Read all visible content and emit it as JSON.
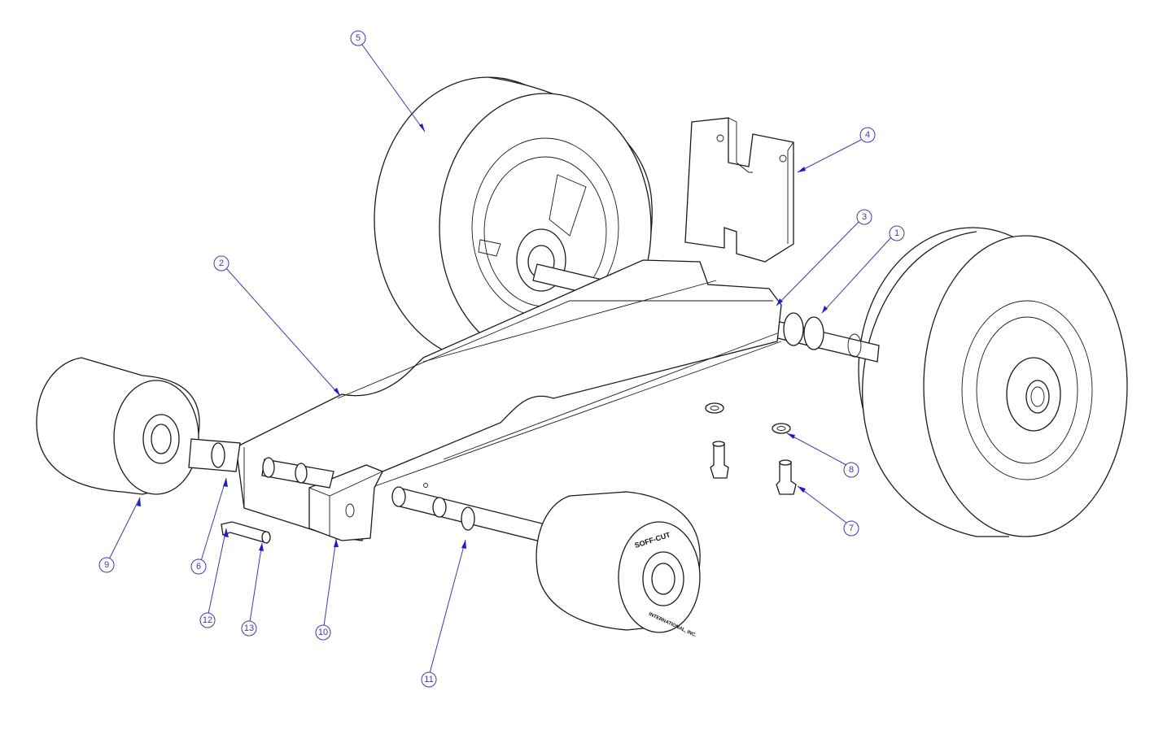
{
  "balloons": [
    {
      "id": "1",
      "label": "1"
    },
    {
      "id": "2",
      "label": "2"
    },
    {
      "id": "3",
      "label": "3"
    },
    {
      "id": "4",
      "label": "4"
    },
    {
      "id": "5",
      "label": "5"
    },
    {
      "id": "6",
      "label": "6"
    },
    {
      "id": "7",
      "label": "7"
    },
    {
      "id": "8",
      "label": "8"
    },
    {
      "id": "9",
      "label": "9"
    },
    {
      "id": "10",
      "label": "10"
    },
    {
      "id": "11",
      "label": "11"
    },
    {
      "id": "12",
      "label": "12"
    },
    {
      "id": "13",
      "label": "13"
    }
  ],
  "wheel_branding": {
    "top": "SOFF-CUT",
    "bottom": "INTERNATIONAL, INC."
  },
  "colors": {
    "line": "#1a1a1a",
    "leader": "#3a3ab0",
    "arrow": "#1c1cc8"
  }
}
